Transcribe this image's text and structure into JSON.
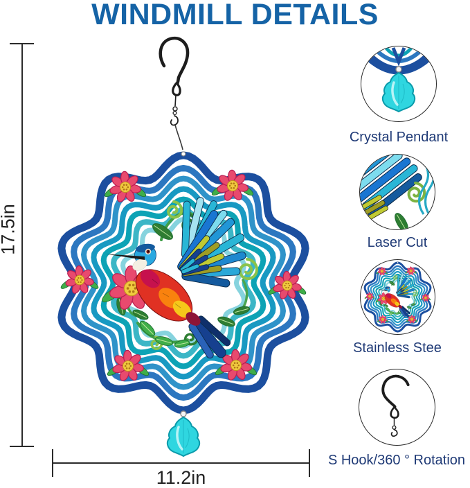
{
  "title": "WINDMILL DETAILS",
  "dimensions": {
    "height_label": "17.5in",
    "width_label": "11.2in"
  },
  "features": [
    {
      "label": "Crystal Pendant",
      "icon": "crystal-pendant-icon"
    },
    {
      "label": "Laser Cut",
      "icon": "laser-cut-wing-icon"
    },
    {
      "label": "Stainless Stee",
      "icon": "stainless-steel-spinner-icon"
    },
    {
      "label": "S Hook/360 ° Rotation",
      "icon": "s-hook-icon"
    }
  ],
  "colors": {
    "title_blue": "#1563a6",
    "label_navy": "#1f3a76",
    "dimension_line": "#2b2b2b",
    "circle_border": "#2b2b2b",
    "ring_navy": "#1c4f9f",
    "ring_blue": "#2c77c0",
    "ring_sky": "#2f93c9",
    "ring_teal_dark": "#1899c2",
    "ring_teal": "#0da3b5",
    "ring_teal_light": "#3cb6c6",
    "ring_cyan": "#86d3de",
    "flower_pink": "#e84a6e",
    "flower_outline": "#b91d52",
    "flower_center_yellow": "#f0c93f",
    "leaf_green": "#3fae49",
    "leaf_dark": "#2e7d32",
    "vine_green": "#8bc34a",
    "bird_head_blue": "#29a8e0",
    "bird_body_red": "#e03123",
    "wing_blue": "#2196d6",
    "wing_deep_blue": "#1976d2",
    "wing_teal": "#29b6d6",
    "wing_navy": "#16408f",
    "olive": "#c0ca33",
    "pendant_cyan": "#2fd6e0",
    "pendant_edge": "#0a9aaa",
    "hook_black": "#1d1d1d"
  }
}
